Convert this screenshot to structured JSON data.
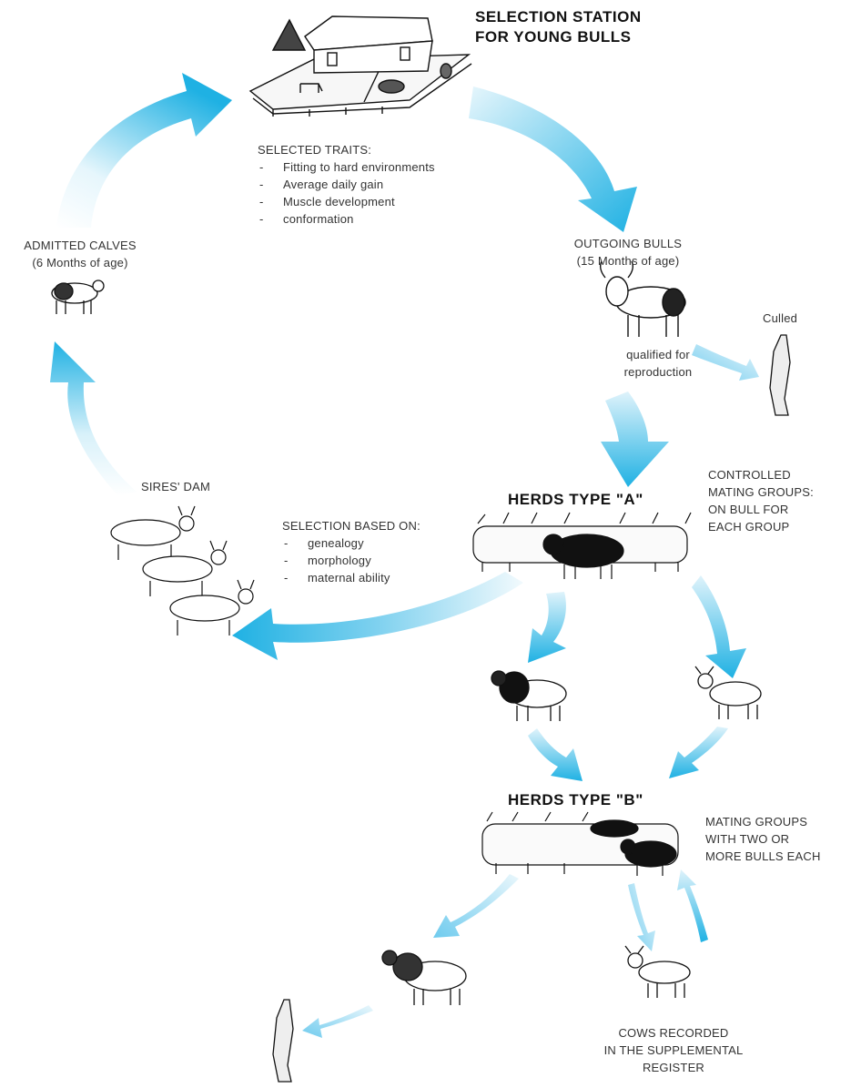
{
  "station": {
    "title_line1": "SELECTION STATION",
    "title_line2": "FOR YOUNG BULLS"
  },
  "selected_traits": {
    "heading": "SELECTED TRAITS:",
    "items": [
      "Fitting to hard environments",
      "Average daily gain",
      "Muscle development",
      "conformation"
    ]
  },
  "admitted_calves": {
    "line1": "ADMITTED CALVES",
    "line2": "(6 Months of age)"
  },
  "outgoing_bulls": {
    "line1": "OUTGOING BULLS",
    "line2": "(15 Months of age)"
  },
  "qualified": {
    "line1": "qualified for",
    "line2": "reproduction"
  },
  "culled": "Culled",
  "herds_a": {
    "title": "HERDS TYPE \"A\"",
    "note": [
      "CONTROLLED",
      "MATING GROUPS:",
      "ON BULL FOR",
      "EACH GROUP"
    ]
  },
  "sires_dam": "SIRES' DAM",
  "selection_based": {
    "heading": "SELECTION BASED ON:",
    "items": [
      "genealogy",
      "morphology",
      "maternal ability"
    ]
  },
  "herds_b": {
    "title": "HERDS TYPE \"B\"",
    "note": [
      "MATING GROUPS",
      "WITH TWO OR",
      "MORE BULLS EACH"
    ]
  },
  "cows_recorded": [
    "COWS RECORDED",
    "IN THE SUPPLEMENTAL",
    "REGISTER"
  ],
  "colors": {
    "arrow": "#1fb1e3",
    "arrow_fade": "#e8f7fd",
    "cattle_dark": "#111111"
  }
}
